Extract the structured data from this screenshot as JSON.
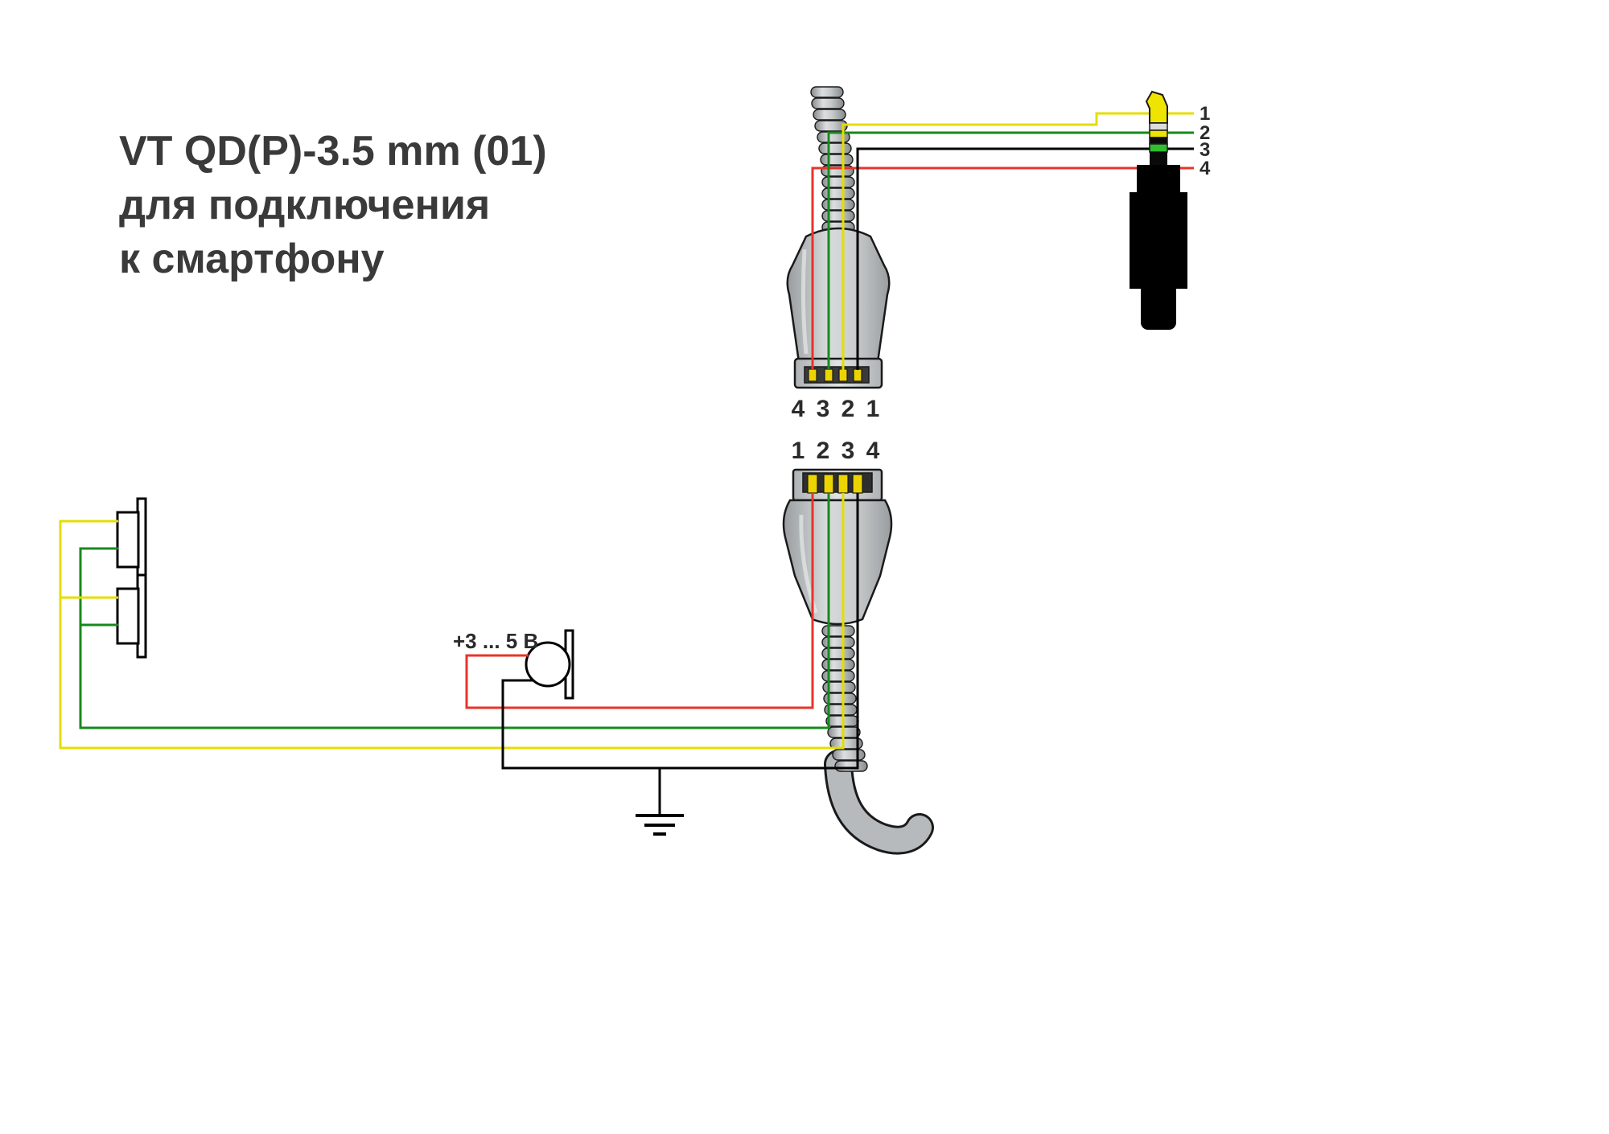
{
  "title": {
    "line1": "VT QD(P)-3.5 mm (01)",
    "line2": "для подключения",
    "line3": "к смартфону"
  },
  "plug_35mm": {
    "pin_labels": [
      "1",
      "2",
      "3",
      "4"
    ]
  },
  "qd_connector_top": {
    "contacts_label": "4 3 2 1"
  },
  "qd_connector_bottom": {
    "contacts_label": "1 2 3 4"
  },
  "microphone": {
    "voltage_label": "+3 ... 5 В"
  },
  "colors": {
    "wire_yellow": "#e4de00",
    "wire_green": "#17891c",
    "wire_red": "#e8332a",
    "wire_black": "#000000",
    "plug_tip_yellow": "#efe300",
    "plug_band_green": "#2fbe2f",
    "contact_gold": "#ecd400"
  }
}
